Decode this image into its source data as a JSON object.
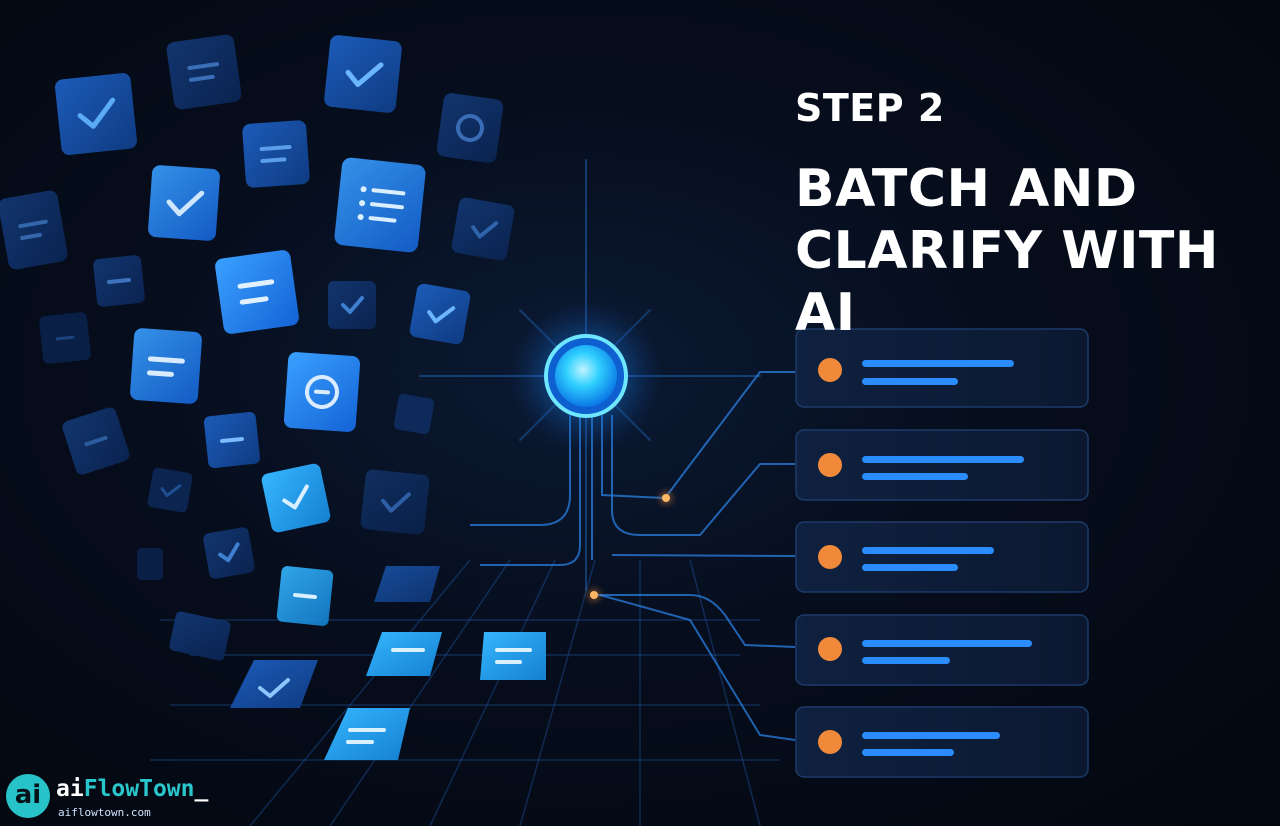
{
  "step_label": "STEP 2",
  "title": [
    "BATCH AND",
    "CLARIFY WITH AI"
  ],
  "brand": {
    "icon_text": "ai",
    "name_prefix": "ai",
    "name_highlight": "FlowTown",
    "name_suffix": "_",
    "domain": "aiflowtown.com"
  },
  "colors": {
    "accent_blue": "#2a8cff",
    "orb": "#2fd0ff",
    "dot_orange": "#f0893a",
    "brand_teal": "#28c3c8"
  },
  "clarified_items": [
    {
      "label_icon": "orange-dot"
    },
    {
      "label_icon": "orange-dot"
    },
    {
      "label_icon": "orange-dot"
    },
    {
      "label_icon": "orange-dot"
    },
    {
      "label_icon": "orange-dot"
    }
  ]
}
